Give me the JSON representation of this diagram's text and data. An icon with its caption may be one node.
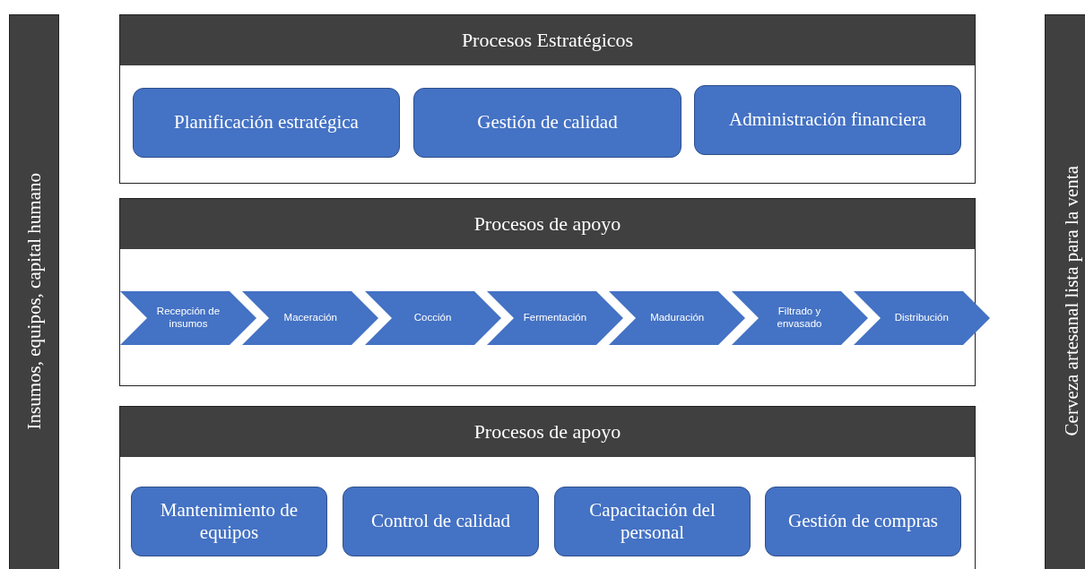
{
  "diagram": {
    "nodes": [
      {
        "text": [
          "Insumos, equipos, capital humano"
        ]
      },
      {
        "text": [
          "Procesos Estratégicos"
        ]
      },
      {
        "text": [
          "Planificación estratégica"
        ],
        "in": 1
      },
      {
        "text": [
          "Gestión de calidad"
        ],
        "in": 1
      },
      {
        "text": [
          "Administración financiera"
        ],
        "in": 1
      },
      {
        "text": [
          "Procesos de apoyo"
        ]
      },
      {
        "text": [
          "Recepción de insumos"
        ],
        "in": 5
      },
      {
        "text": [
          "Maceración"
        ],
        "in": 5
      },
      {
        "text": [
          "Cocción"
        ],
        "in": 5
      },
      {
        "text": [
          "Fermentación"
        ],
        "in": 5
      },
      {
        "text": [
          "Maduración"
        ],
        "in": 5
      },
      {
        "text": [
          "Filtrado y envasado"
        ],
        "in": 5
      },
      {
        "text": [
          "Distribución"
        ],
        "in": 5
      },
      {
        "text": [
          "Procesos de apoyo"
        ]
      },
      {
        "text": [
          "Mantenimiento de equipos"
        ],
        "in": 13
      },
      {
        "text": [
          "Control de calidad"
        ],
        "in": 13
      },
      {
        "text": [
          "Capacitación del personal"
        ],
        "in": 13
      },
      {
        "text": [
          "Gestión de compras"
        ],
        "in": 13
      },
      {
        "text": [
          "Cerveza artesanal lista para la venta"
        ]
      }
    ]
  }
}
